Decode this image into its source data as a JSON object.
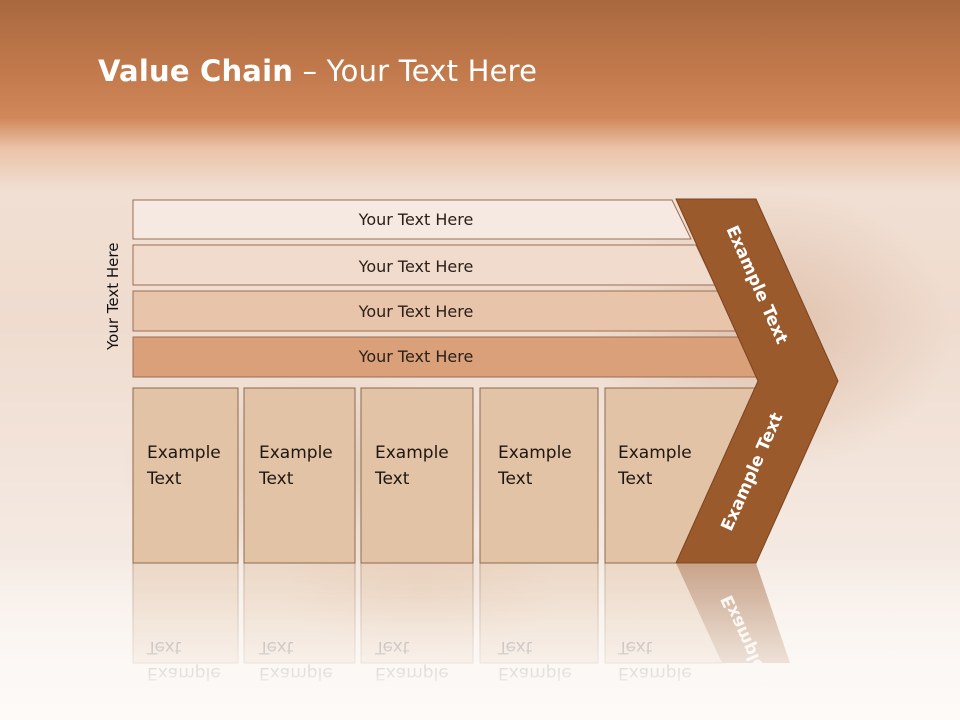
{
  "title": {
    "bold": "Value Chain",
    "rest": " – Your Text Here"
  },
  "side_label": "Your Text Here",
  "bars": [
    {
      "label": "Your Text Here"
    },
    {
      "label": "Your Text Here"
    },
    {
      "label": "Your Text Here"
    },
    {
      "label": "Your Text Here"
    }
  ],
  "boxes": [
    {
      "line1": "Example",
      "line2": "Text"
    },
    {
      "line1": "Example",
      "line2": "Text"
    },
    {
      "line1": "Example",
      "line2": "Text"
    },
    {
      "line1": "Example",
      "line2": "Text"
    },
    {
      "line1": "Example",
      "line2": "Text"
    }
  ],
  "arrow": {
    "upper": "Example Text",
    "lower": "Example Text",
    "color": "#9a5a2c"
  },
  "colors": {
    "bar_fills": [
      "#f6e9e1",
      "#f0dbcd",
      "#e8c4aa",
      "#d9a07a"
    ],
    "box_fill": "#e2c3a6",
    "box_stroke": "#8e6a4e"
  }
}
